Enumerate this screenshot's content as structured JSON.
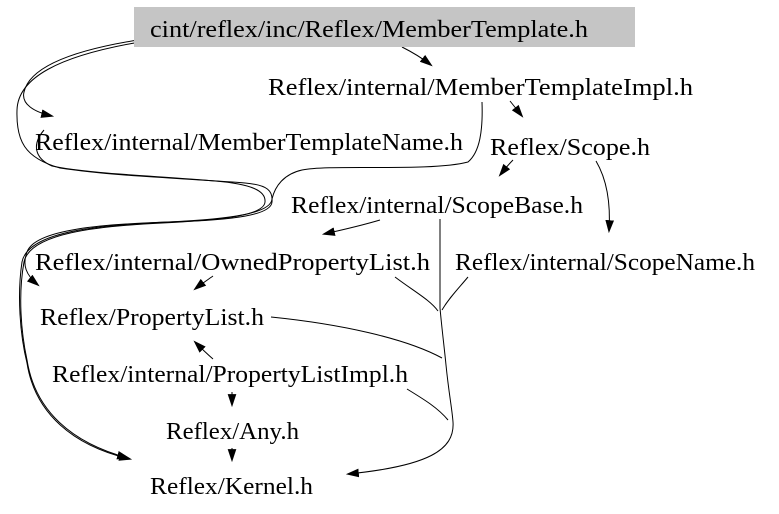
{
  "diagram": {
    "kind": "include-dependency-graph",
    "root_label": "cint/reflex/inc/Reflex/MemberTemplate.h",
    "colors": {
      "background": "#ffffff",
      "root_node_fill": "#c5c5c5",
      "edge_stroke": "#000000",
      "text": "#000000"
    },
    "nodes": [
      {
        "id": "root",
        "label": "cint/reflex/inc/Reflex/MemberTemplate.h"
      },
      {
        "id": "memberTemplateImpl",
        "label": "Reflex/internal/MemberTemplateImpl.h"
      },
      {
        "id": "memberTemplateName",
        "label": "Reflex/internal/MemberTemplateName.h"
      },
      {
        "id": "scope",
        "label": "Reflex/Scope.h"
      },
      {
        "id": "scopeBase",
        "label": "Reflex/internal/ScopeBase.h"
      },
      {
        "id": "ownedPropertyList",
        "label": "Reflex/internal/OwnedPropertyList.h"
      },
      {
        "id": "scopeName",
        "label": "Reflex/internal/ScopeName.h"
      },
      {
        "id": "propertyList",
        "label": "Reflex/PropertyList.h"
      },
      {
        "id": "propertyListImpl",
        "label": "Reflex/internal/PropertyListImpl.h"
      },
      {
        "id": "any",
        "label": "Reflex/Any.h"
      },
      {
        "id": "kernel",
        "label": "Reflex/Kernel.h"
      }
    ],
    "edges": [
      {
        "from": "cint/reflex/inc/Reflex/MemberTemplate.h",
        "to": "Reflex/internal/MemberTemplateImpl.h"
      },
      {
        "from": "cint/reflex/inc/Reflex/MemberTemplate.h",
        "to": "Reflex/internal/MemberTemplateName.h"
      },
      {
        "from": "cint/reflex/inc/Reflex/MemberTemplate.h",
        "to": "Reflex/PropertyList.h"
      },
      {
        "from": "Reflex/internal/MemberTemplateImpl.h",
        "to": "Reflex/Scope.h"
      },
      {
        "from": "Reflex/internal/MemberTemplateImpl.h",
        "to": "Reflex/Kernel.h"
      },
      {
        "from": "Reflex/internal/MemberTemplateName.h",
        "to": "Reflex/Kernel.h"
      },
      {
        "from": "Reflex/Scope.h",
        "to": "Reflex/internal/ScopeBase.h"
      },
      {
        "from": "Reflex/Scope.h",
        "to": "Reflex/internal/ScopeName.h"
      },
      {
        "from": "Reflex/internal/ScopeBase.h",
        "to": "Reflex/internal/OwnedPropertyList.h"
      },
      {
        "from": "Reflex/internal/ScopeBase.h",
        "to": "Reflex/Kernel.h"
      },
      {
        "from": "Reflex/internal/ScopeName.h",
        "to": "Reflex/Kernel.h"
      },
      {
        "from": "Reflex/internal/OwnedPropertyList.h",
        "to": "Reflex/PropertyList.h"
      },
      {
        "from": "Reflex/internal/OwnedPropertyList.h",
        "to": "Reflex/Kernel.h"
      },
      {
        "from": "Reflex/PropertyList.h",
        "to": "Reflex/Kernel.h"
      },
      {
        "from": "Reflex/internal/PropertyListImpl.h",
        "to": "Reflex/PropertyList.h"
      },
      {
        "from": "Reflex/internal/PropertyListImpl.h",
        "to": "Reflex/Any.h"
      },
      {
        "from": "Reflex/internal/PropertyListImpl.h",
        "to": "Reflex/Kernel.h"
      },
      {
        "from": "Reflex/Any.h",
        "to": "Reflex/Kernel.h"
      }
    ]
  }
}
